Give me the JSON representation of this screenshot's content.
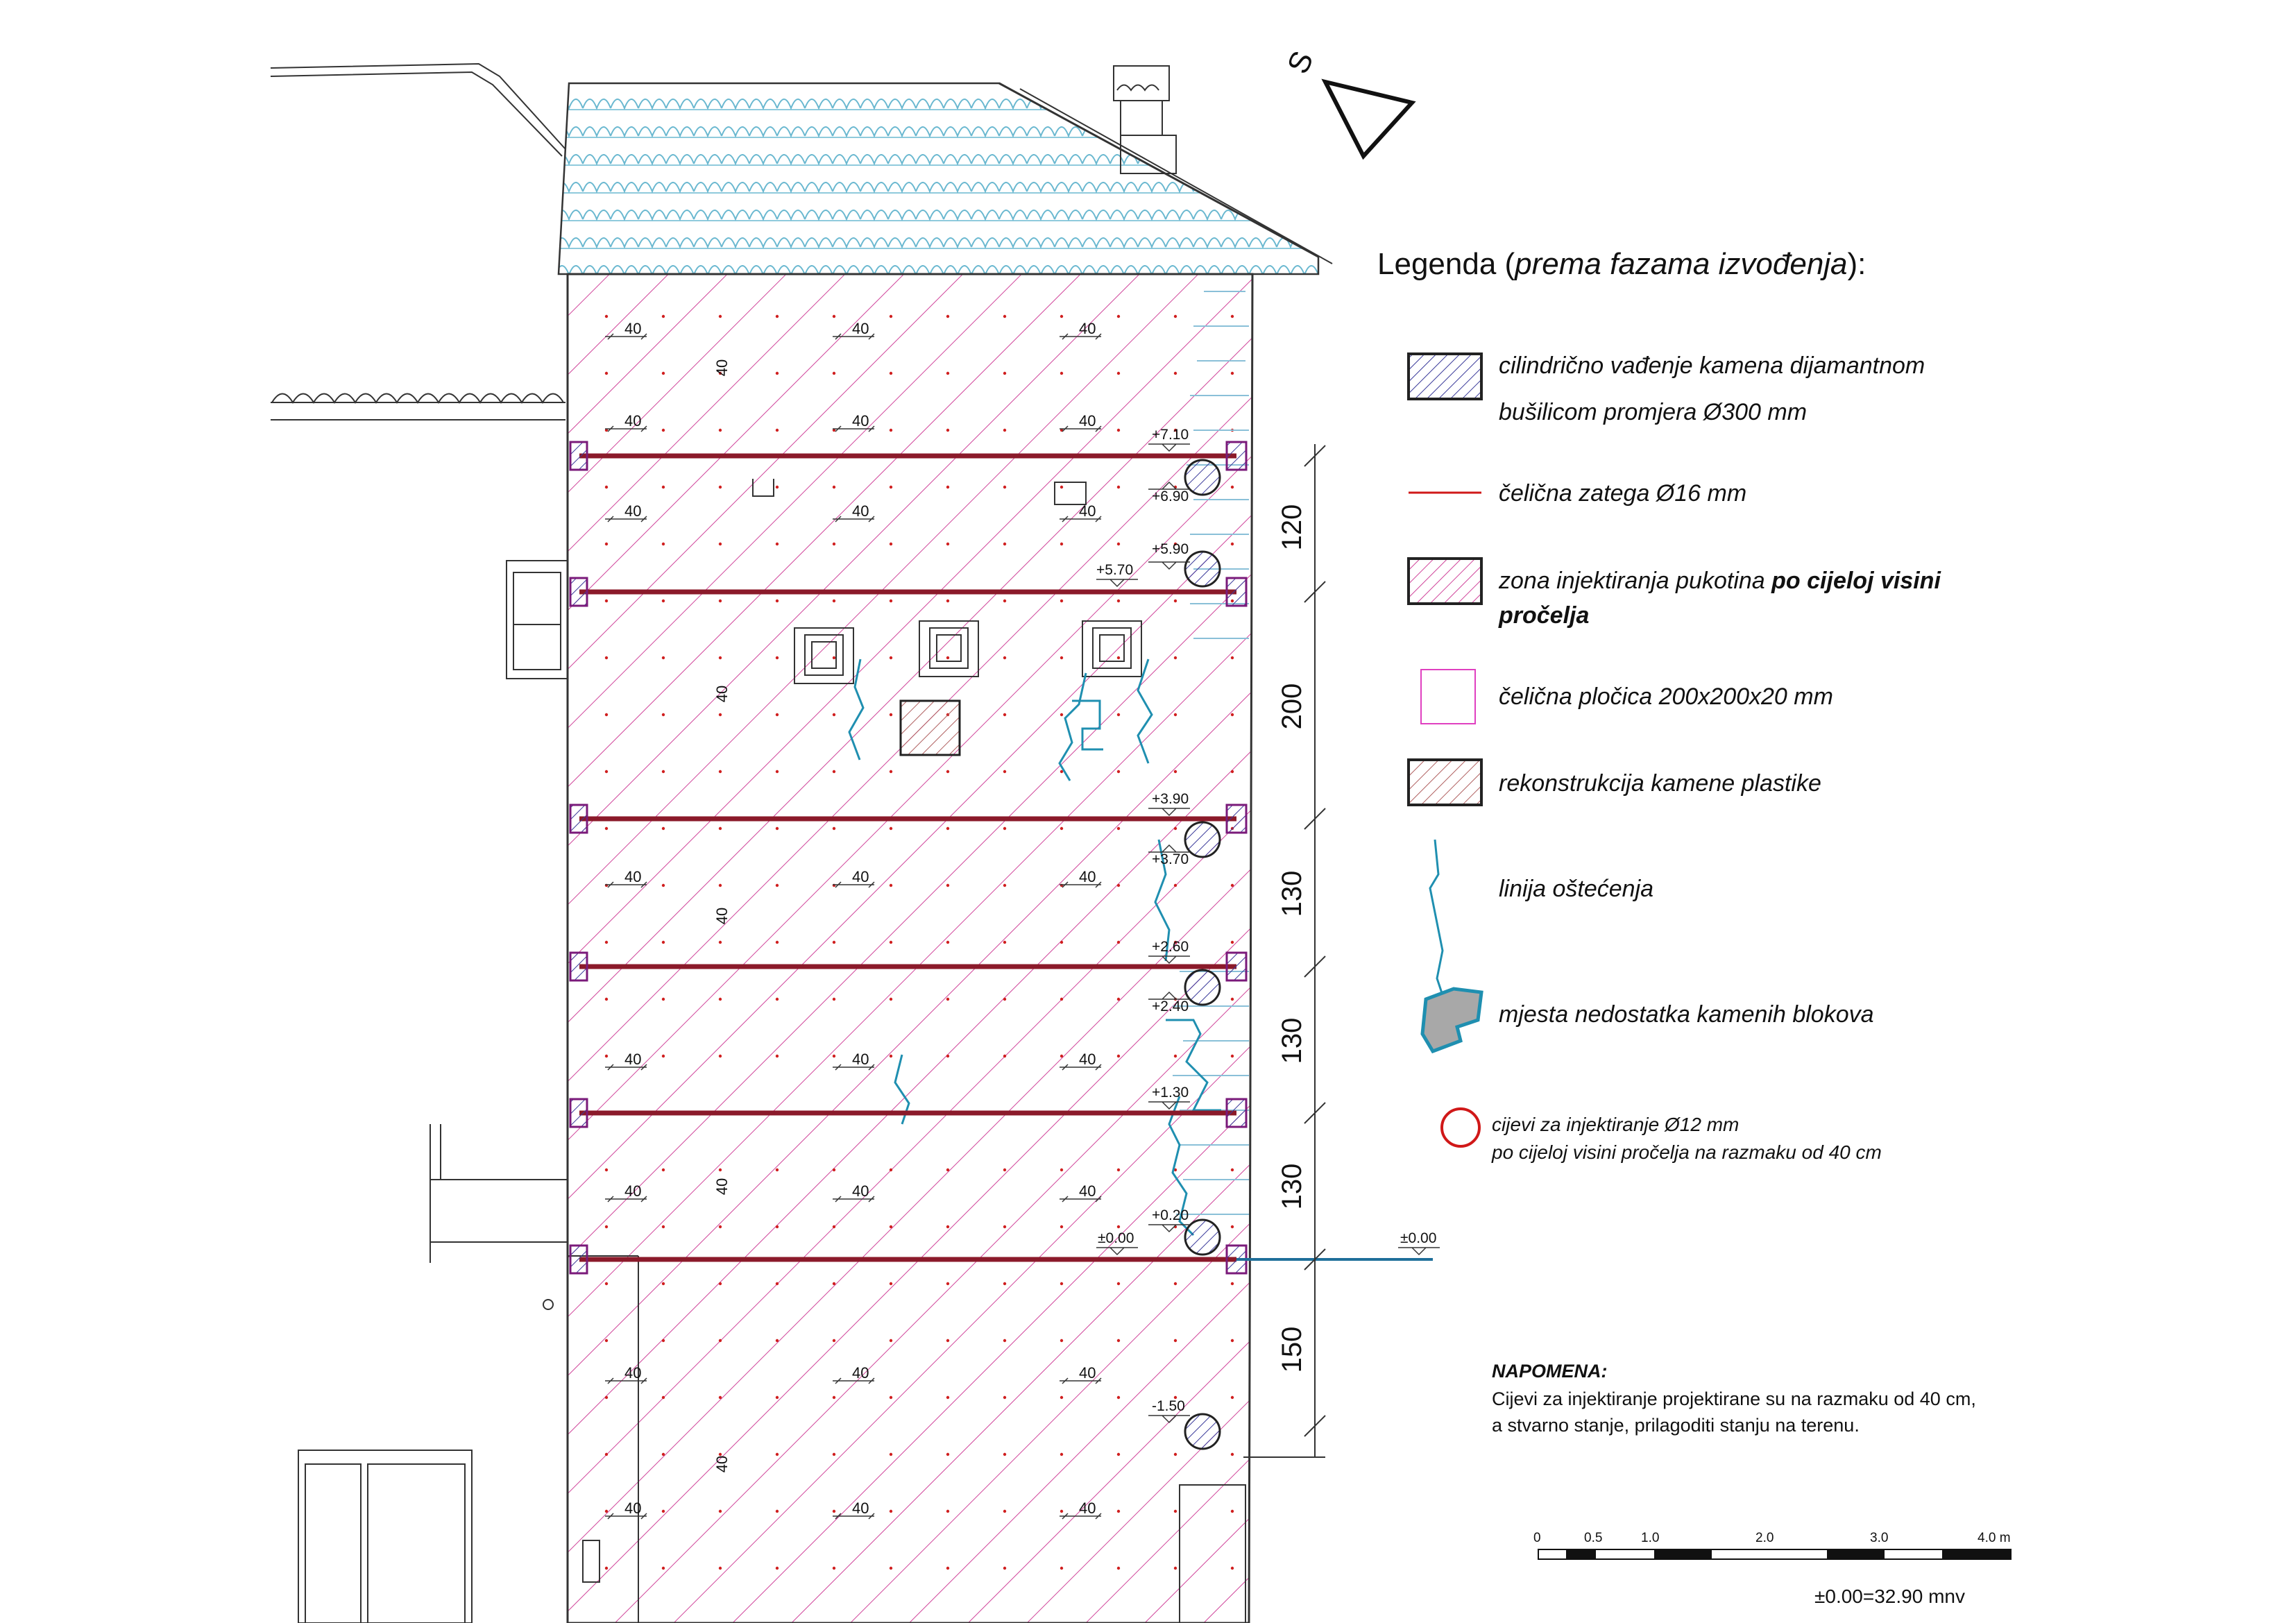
{
  "north_marker": "S",
  "legend": {
    "title_prefix": "Legenda (",
    "title_italic": "prema fazama izvođenja",
    "title_suffix": "):",
    "items": [
      {
        "line1": "cilindrično vađenje kamena dijamantnom",
        "line2": "bušilicom promjera  Ø300 mm"
      },
      {
        "line1": "čelična zatega  Ø16 mm"
      },
      {
        "line1": "zona injektiranja pukotina ",
        "line1_bold": "po cijeloj visini",
        "line2_bold": "pročelja"
      },
      {
        "line1": "čelična pločica 200x200x20 mm"
      },
      {
        "line1": "rekonstrukcija kamene plastike"
      },
      {
        "line1": "linija oštećenja"
      },
      {
        "line1": "mjesta nedostatka kamenih blokova"
      },
      {
        "line1": "cijevi za injektiranje Ø12 mm",
        "line2": "po cijeloj visini pročelja na razmaku od 40 cm"
      }
    ]
  },
  "elevation_labels": {
    "l710": "+7.10",
    "l690": "+6.90",
    "l590": "+5.90",
    "l570": "+5.70",
    "l390": "+3.90",
    "l370": "+3.70",
    "l260": "+2.60",
    "l240": "+2.40",
    "l130": "+1.30",
    "l020": "+0.20",
    "l000": "±0.00",
    "lm150": "-1.50",
    "ground": "±0.00"
  },
  "spacing_label": "40",
  "vertical_dims": [
    "120",
    "200",
    "130",
    "130",
    "130",
    "150"
  ],
  "note": {
    "title": "NAPOMENA:",
    "line1": "Cijevi za injektiranje projektirane su na razmaku od 40 cm,",
    "line2": "a stvarno stanje, prilagoditi stanju na terenu."
  },
  "scale_bar": {
    "labels": [
      "0",
      "0.5",
      "1.0",
      "2.0",
      "3.0",
      "4.0 m"
    ]
  },
  "datum": "±0.00=32.90 mnv",
  "colors": {
    "hatch_injection": "#d0449a",
    "steel_tie": "#8b1a2a",
    "damage_line": "#1f8fb0",
    "pipe_circle": "#d01818",
    "drill_hatch": "#3a3a9a",
    "plate_pink": "#e040c0",
    "roof_blue": "#6ab8d0",
    "grid_dot": "#d02020"
  }
}
